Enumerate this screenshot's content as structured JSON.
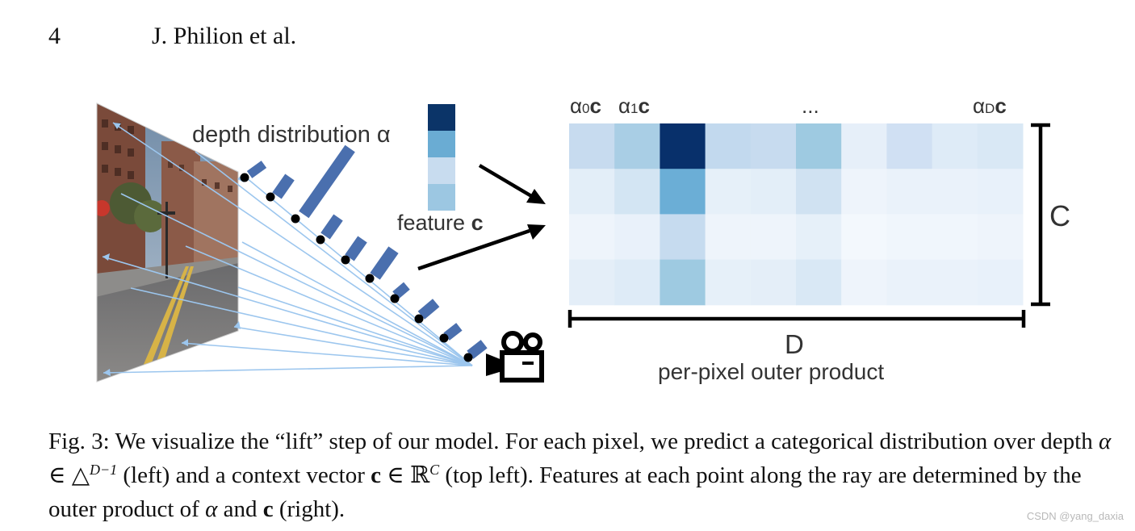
{
  "header": {
    "page_number": "4",
    "running_head": "J. Philion et al."
  },
  "figure": {
    "depth_label": "depth distribution α",
    "feature_label_prefix": "feature ",
    "feature_symbol": "c",
    "alpha_labels": [
      "α",
      "α",
      "α"
    ],
    "alpha_subscripts": [
      "0",
      "1",
      "D"
    ],
    "alpha_bold_c": "c",
    "ellipsis": "...",
    "c_axis_label": "C",
    "d_axis_label": "D",
    "outer_product_label": "per-pixel outer product",
    "feature_vector_colors": [
      "#0b3468",
      "#6aacd3",
      "#c8dcef",
      "#9cc7e2"
    ],
    "grid_colors": [
      [
        "#c7dbef",
        "#a9cee5",
        "#08306b",
        "#c2d9ee",
        "#c7dbef",
        "#9ecae1",
        "#e6eff9",
        "#d0e0f3",
        "#deebf7",
        "#d9e8f5"
      ],
      [
        "#e3eef8",
        "#d3e5f3",
        "#6baed6",
        "#e6f0f9",
        "#e3eef8",
        "#d0e2f2",
        "#eef4fb",
        "#eaf2fa",
        "#eaf2fa",
        "#e8f1fa"
      ],
      [
        "#eef4fb",
        "#e9f1fa",
        "#c6dbef",
        "#eef4fb",
        "#eef4fb",
        "#e6f0f9",
        "#f3f8fd",
        "#f0f6fc",
        "#f0f6fc",
        "#eef4fb"
      ],
      [
        "#e4eef8",
        "#deebf7",
        "#9ecae1",
        "#e6f0f9",
        "#e4eef8",
        "#d9e8f5",
        "#eef4fb",
        "#eaf2fa",
        "#eaf2fa",
        "#e8f1fa"
      ]
    ]
  },
  "caption": {
    "label": "Fig. 3:",
    "text_1": " We visualize the “lift” step of our model. For each pixel, we predict a categorical distribution over depth ",
    "alpha": "α",
    "in_1": " ∈ △",
    "sup_1": "D−1",
    "text_2": " (left) and a context vector ",
    "c_1": "c",
    "in_2": " ∈ ℝ",
    "sup_2": "C",
    "text_3": " (top left). Features at each point along the ray are determined by the outer product of ",
    "alpha_2": "α",
    "and": " and ",
    "c_2": "c",
    "text_4": " (right)."
  },
  "watermark": "CSDN @yang_daxia"
}
